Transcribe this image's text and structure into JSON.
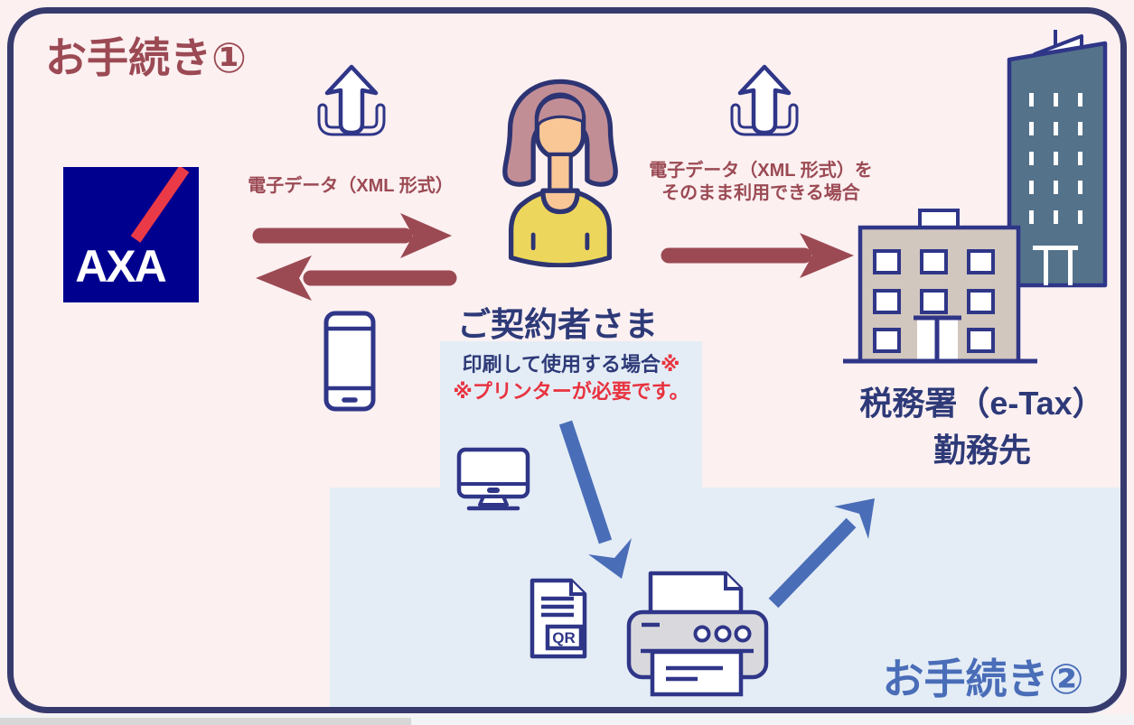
{
  "diagram": {
    "procedure1_label": "お手続き①",
    "procedure2_label": "お手続き②",
    "axa_logo_text": "AXA",
    "flow_left_label": "電子データ（XML 形式）",
    "contractor_label": "ご契約者さま",
    "flow_right_label_line1": "電子データ（XML 形式）を",
    "flow_right_label_line2": "そのまま利用できる場合",
    "print_note_line1": "印刷して使用する場合",
    "print_note_line1_mark": "※",
    "print_note_line2": "※プリンターが必要です。",
    "destination_line1": "税務署（e-Tax）",
    "destination_line2": "勤務先",
    "qr_label": "QR",
    "icons": {
      "upload_left": "upload-tray-icon",
      "upload_right": "upload-tray-icon",
      "smartphone": "smartphone-icon",
      "monitor": "desktop-monitor-icon",
      "qr_document": "qr-document-icon",
      "printer": "printer-icon",
      "contractor": "woman-avatar-icon",
      "tax_office": "office-building-icon",
      "tower": "office-tower-icon"
    },
    "colors": {
      "background_pink": "#fcf0f1",
      "background_blue": "#e4edf6",
      "frame_navy": "#363a6d",
      "icon_navy": "#2f3688",
      "text_navy": "#2e3a78",
      "maroon": "#9b4a54",
      "accent_blue": "#4a6db8",
      "alert_red": "#e8333f",
      "axa_navy": "#00008f",
      "axa_red": "#ea3a47",
      "building_beige": "#d1c7be",
      "building_slate": "#54728a",
      "hair": "#c28e96",
      "skin": "#f8c795",
      "shirt": "#edd65c",
      "printer_gray": "#d9d9dd"
    }
  }
}
